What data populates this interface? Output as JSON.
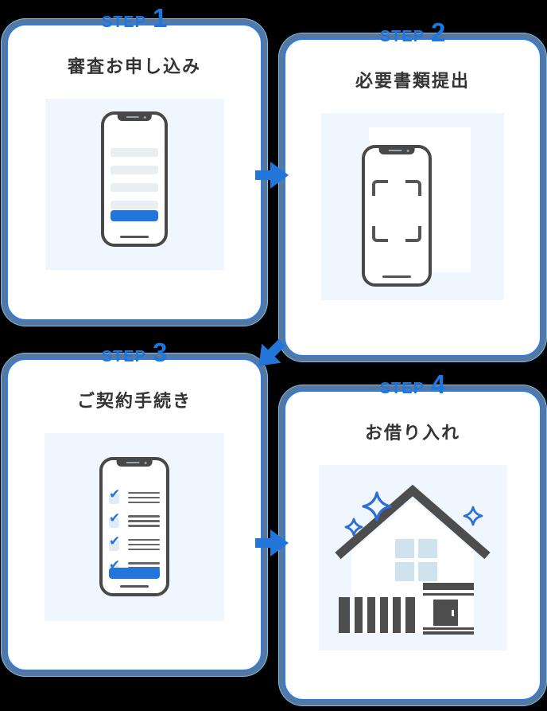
{
  "flow": {
    "steps": [
      {
        "step_label": "STEP",
        "step_number": "1",
        "title": "審査お申し込み",
        "illustration": "phone-application-form"
      },
      {
        "step_label": "STEP",
        "step_number": "2",
        "title": "必要書類提出",
        "illustration": "phone-document-scan"
      },
      {
        "step_label": "STEP",
        "step_number": "3",
        "title": "ご契約手続き",
        "illustration": "phone-checklist"
      },
      {
        "step_label": "STEP",
        "step_number": "4",
        "title": "お借り入れ",
        "illustration": "house-with-sparkles"
      }
    ],
    "arrows": [
      {
        "from": "1",
        "to": "2",
        "direction": "right"
      },
      {
        "from": "2",
        "to": "3",
        "direction": "down-left"
      },
      {
        "from": "3",
        "to": "4",
        "direction": "right"
      }
    ]
  },
  "colors": {
    "accent_blue": "#1b78e3",
    "button_blue": "#2276d9",
    "card_border_inner": "#2d7de2",
    "card_border_outer": "#58779f",
    "panel_background": "#eff6fd",
    "title_text": "#333333"
  }
}
